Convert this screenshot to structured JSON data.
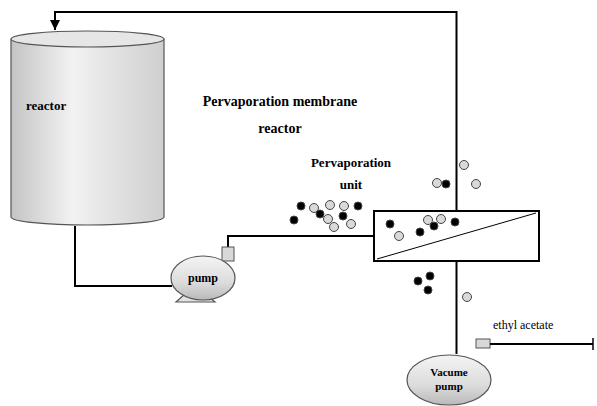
{
  "diagram": {
    "title": "Pervaporation membrane reactor",
    "nodes": [
      {
        "text": [
          "reactor"
        ]
      },
      {
        "text": [
          "pump"
        ]
      },
      {
        "text": [
          "Pervaporation unit"
        ]
      },
      {
        "text": [
          "Vacume pump"
        ]
      }
    ],
    "edges": [
      {
        "from": 0,
        "to": 1,
        "arrow": "none"
      },
      {
        "from": 1,
        "to": 2,
        "arrow": "none"
      },
      {
        "from": 2,
        "to": 0,
        "arrow": "to"
      },
      {
        "from": 2,
        "to": 3,
        "arrow": "none"
      }
    ],
    "labels": [
      "ethyl acetate"
    ]
  }
}
